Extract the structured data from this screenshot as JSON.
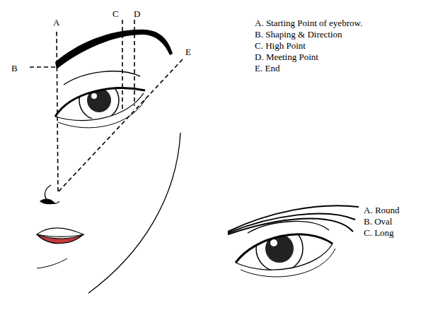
{
  "diagram": {
    "labels": [
      "A",
      "B",
      "C",
      "D",
      "E",
      "A. Starting Point of eyebrow.",
      "B. Shaping & Direction",
      "C. High Point",
      "D. Meeting Point",
      "E. End",
      "A. Round",
      "B. Oval",
      "C. Long"
    ]
  }
}
